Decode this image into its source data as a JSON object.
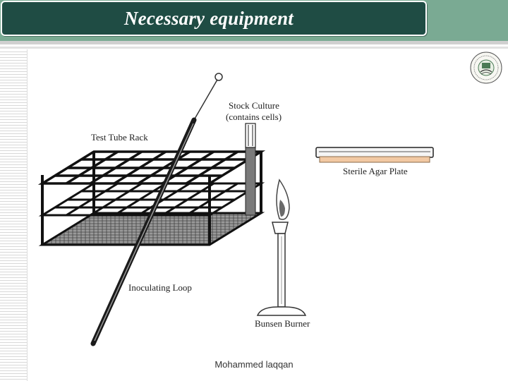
{
  "slide": {
    "title": "Necessary equipment",
    "author": "Mohammed laqqan"
  },
  "diagram": {
    "labels": {
      "rack": "Test Tube Rack",
      "stock_line1": "Stock Culture",
      "stock_line2": "(contains cells)",
      "agar": "Sterile Agar Plate",
      "loop": "Inoculating Loop",
      "burner": "Bunsen Burner"
    }
  },
  "colors": {
    "header_bg": "#1f4c44",
    "header_band": "#7aaa93",
    "agar": "#f2c9a3"
  },
  "icons": [
    "university-logo-icon"
  ]
}
